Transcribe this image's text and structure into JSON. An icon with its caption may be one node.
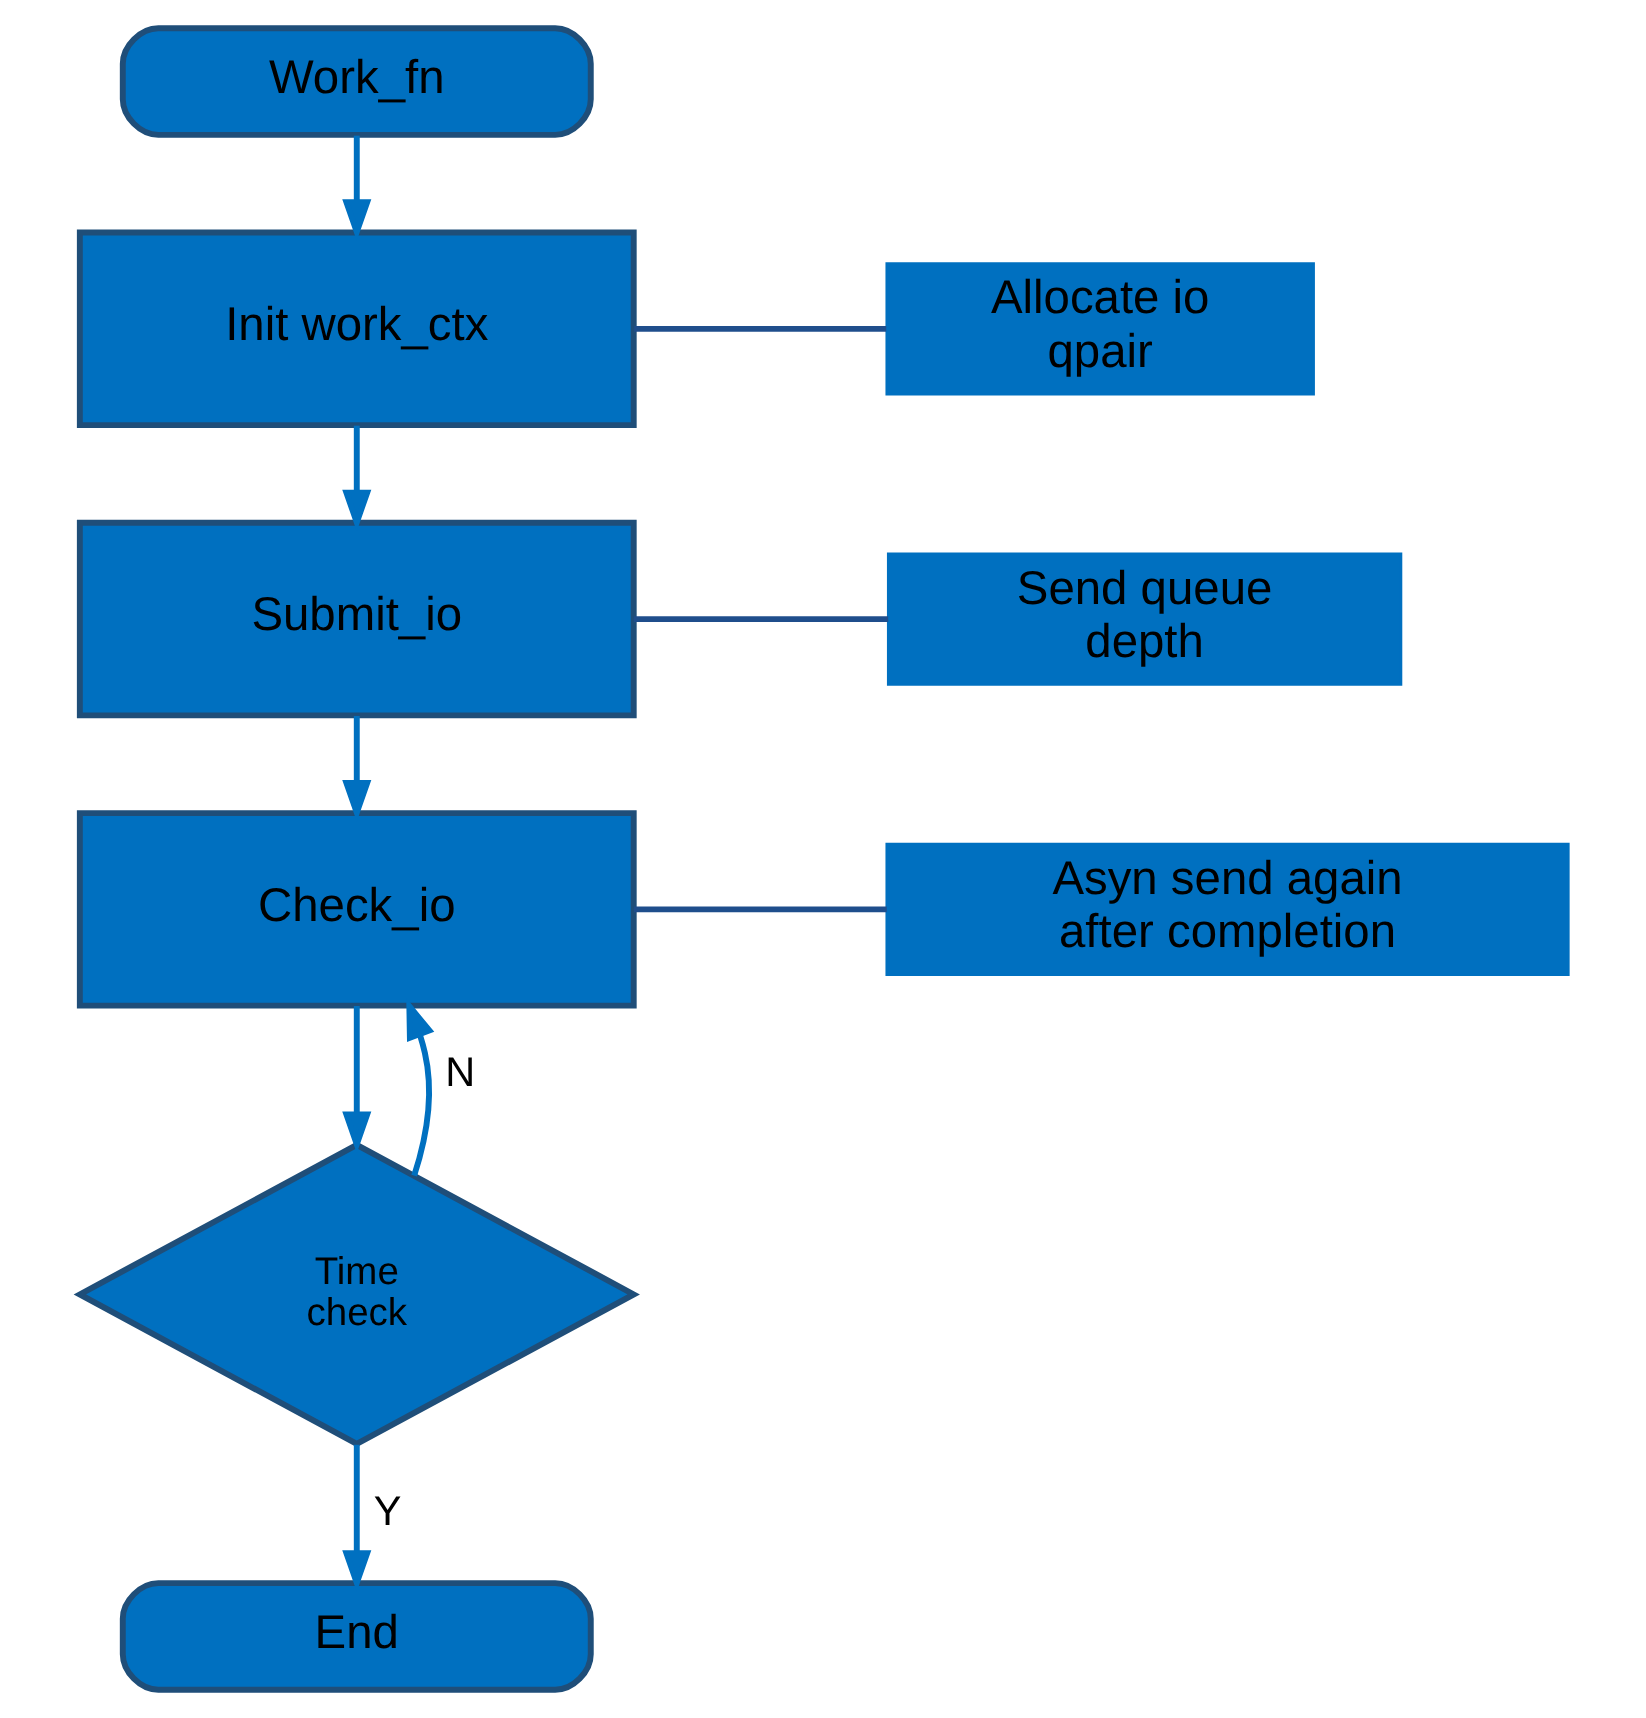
{
  "diagram": {
    "nodes": [
      {
        "text": [
          "Work_fn"
        ]
      },
      {
        "text": [
          "Init work_ctx"
        ]
      },
      {
        "text": [
          "Submit_io"
        ]
      },
      {
        "text": [
          "Check_io"
        ]
      },
      {
        "text": [
          "Time check"
        ]
      },
      {
        "text": [
          "End"
        ]
      },
      {
        "text": [
          "Allocate io qpair"
        ]
      },
      {
        "text": [
          "Send queue depth"
        ]
      },
      {
        "text": [
          "Asyn send again after completion"
        ]
      }
    ],
    "edges": [
      {
        "from": 0,
        "to": 1,
        "arrow": "to"
      },
      {
        "from": 1,
        "to": 2,
        "arrow": "to"
      },
      {
        "from": 2,
        "to": 3,
        "arrow": "to"
      },
      {
        "from": 3,
        "to": 4,
        "arrow": "to"
      },
      {
        "from": 4,
        "to": 3,
        "arrow": "to",
        "label": "N"
      },
      {
        "from": 4,
        "to": 5,
        "arrow": "to",
        "label": "Y"
      },
      {
        "from": 1,
        "to": 6,
        "arrow": "none",
        "color": "#1f4e8c"
      },
      {
        "from": 2,
        "to": 7,
        "arrow": "none",
        "color": "#1f4e8c"
      },
      {
        "from": 3,
        "to": 8,
        "arrow": "none",
        "color": "#1f4e8c"
      }
    ]
  }
}
